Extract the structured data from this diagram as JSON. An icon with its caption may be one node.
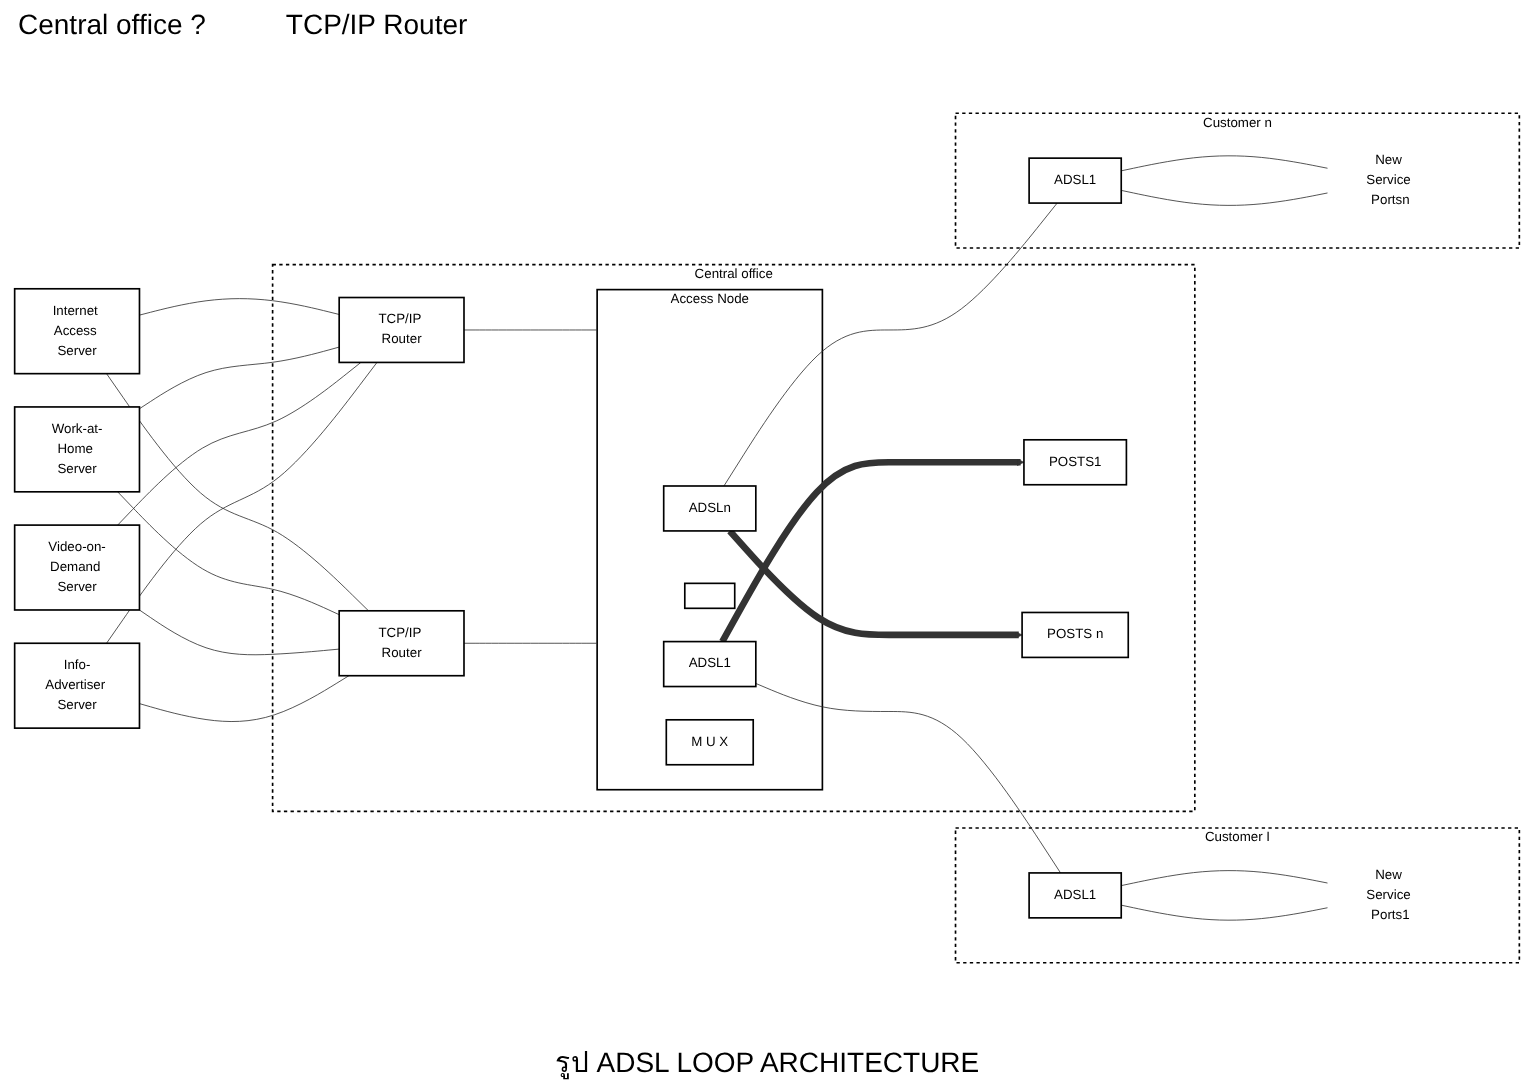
{
  "diagram": {
    "caption": "รูป ADSL LOOP ARCHITECTURE",
    "nodes": [
      {
        "text": [
          "Internet Access Server"
        ]
      },
      {
        "text": [
          "Work-at-Home Server"
        ]
      },
      {
        "text": [
          "Video-on-Demand Server"
        ]
      },
      {
        "text": [
          "Info-Advertiser Server"
        ]
      },
      {
        "text": [
          "Central office"
        ]
      },
      {
        "text": [
          "TCP/IP Router"
        ],
        "in": 4
      },
      {
        "text": [
          "TCP/IP Router"
        ],
        "in": 4
      },
      {
        "text": [
          "Access Node"
        ],
        "in": 4
      },
      {
        "text": [
          "M U X"
        ],
        "in": 7
      },
      {
        "text": [
          "ADSL1"
        ],
        "in": 7
      },
      {
        "text": [],
        "shape": "box",
        "in": 7
      },
      {
        "text": [
          "ADSLn"
        ],
        "in": 7
      },
      {
        "text": [
          "POSTS1"
        ],
        "in": 4
      },
      {
        "text": [
          "POSTS n"
        ],
        "in": 4
      },
      {
        "text": [
          "Customer I"
        ]
      },
      {
        "text": [
          "ADSL1"
        ],
        "in": 14
      },
      {
        "text": [
          "New Service Ports1"
        ],
        "in": 14
      },
      {
        "text": [
          "Customer n"
        ]
      },
      {
        "text": [
          "ADSL1"
        ],
        "in": 17
      },
      {
        "text": [
          "New Service Portsn"
        ],
        "in": 17
      }
    ],
    "edges": [
      {
        "from": 0,
        "to": 5,
        "arrow": "none"
      },
      {
        "from": 0,
        "to": 6,
        "arrow": "none"
      },
      {
        "from": 1,
        "to": 5,
        "arrow": "none"
      },
      {
        "from": 1,
        "to": 6,
        "arrow": "none"
      },
      {
        "from": 2,
        "to": 5,
        "arrow": "none"
      },
      {
        "from": 2,
        "to": 6,
        "arrow": "none"
      },
      {
        "from": 3,
        "to": 5,
        "arrow": "none"
      },
      {
        "from": 3,
        "to": 6,
        "arrow": "none"
      },
      {
        "from": 5,
        "to": 7,
        "arrow": "none"
      },
      {
        "from": 6,
        "to": 7,
        "arrow": "none"
      },
      {
        "from": 9,
        "to": 12,
        "arrow": "to",
        "style": "thick"
      },
      {
        "from": 11,
        "to": 13,
        "arrow": "to",
        "style": "thick"
      },
      {
        "from": 9,
        "to": 15,
        "arrow": "none"
      },
      {
        "from": 11,
        "to": 18,
        "arrow": "none"
      },
      {
        "from": 15,
        "to": 16,
        "arrow": "none"
      },
      {
        "from": 15,
        "to": 16,
        "arrow": "none"
      },
      {
        "from": 18,
        "to": 19,
        "arrow": "none"
      },
      {
        "from": 18,
        "to": 19,
        "arrow": "none"
      }
    ],
    "labels": [
      "Central office ?",
      "TCP/IP Router"
    ]
  }
}
